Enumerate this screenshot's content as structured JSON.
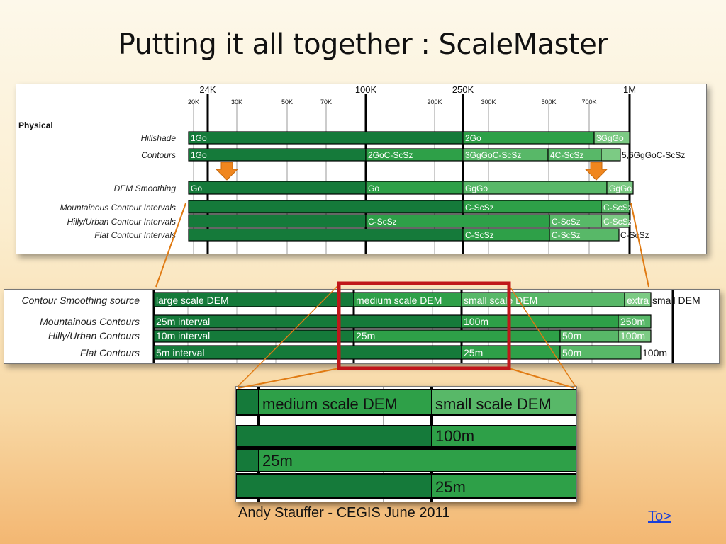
{
  "slide": {
    "title": "Putting it all together : ScaleMaster",
    "footer": "Andy Stauffer - CEGIS June 2011",
    "link_label": "To>"
  },
  "colors": {
    "dark": "#157a3a",
    "mid": "#2ea048",
    "light": "#58b868",
    "pale": "#7ccb84",
    "highlight": "#c0171b",
    "callout": "#e07a12",
    "arrow": "#f0861e"
  },
  "top_panel": {
    "major_ticks": [
      "24K",
      "100K",
      "250K",
      "1M"
    ],
    "minor_ticks": [
      "20K",
      "30K",
      "50K",
      "70K",
      "200K",
      "300K",
      "500K",
      "700K"
    ],
    "section_label": "Physical",
    "rows": [
      {
        "label": "Hillshade",
        "bars": [
          {
            "text": "1Go",
            "shade": "dark"
          },
          {
            "text": "2Go",
            "shade": "mid"
          },
          {
            "text": "3GgGo",
            "shade": "pale"
          }
        ]
      },
      {
        "label": "Contours",
        "bars": [
          {
            "text": "1Go",
            "shade": "dark"
          },
          {
            "text": "2GoC-ScSz",
            "shade": "mid"
          },
          {
            "text": "3GgGoC-ScSz",
            "shade": "light"
          },
          {
            "text": "4C-ScSz",
            "shade": "light"
          },
          {
            "text": "",
            "shade": "pale"
          }
        ],
        "trail": "5,6GgGoC-ScSz"
      },
      {
        "label": "DEM Smoothing",
        "bars": [
          {
            "text": "Go",
            "shade": "dark"
          },
          {
            "text": "Go",
            "shade": "mid"
          },
          {
            "text": "GgGo",
            "shade": "light"
          },
          {
            "text": "GgGo",
            "shade": "pale"
          }
        ]
      },
      {
        "label": "Mountainous Contour Intervals",
        "bars": [
          {
            "text": "",
            "shade": "dark"
          },
          {
            "text": "C-ScSz",
            "shade": "mid"
          },
          {
            "text": "C-ScSz",
            "shade": "light"
          }
        ]
      },
      {
        "label": "Hilly/Urban Contour Intervals",
        "bars": [
          {
            "text": "",
            "shade": "dark"
          },
          {
            "text": "C-ScSz",
            "shade": "mid"
          },
          {
            "text": "C-ScSz",
            "shade": "light"
          },
          {
            "text": "C-ScSz",
            "shade": "pale"
          }
        ]
      },
      {
        "label": "Flat Contour Intervals",
        "bars": [
          {
            "text": "",
            "shade": "dark"
          },
          {
            "text": "C-ScSz",
            "shade": "mid"
          },
          {
            "text": "C-ScSz",
            "shade": "light"
          }
        ],
        "trail": "C-ScSz"
      }
    ]
  },
  "middle_panel": {
    "rows": [
      {
        "label": "Contour Smoothing source",
        "bars": [
          {
            "text": "large scale DEM",
            "shade": "dark"
          },
          {
            "text": "medium scale DEM",
            "shade": "mid"
          },
          {
            "text": "small scale DEM",
            "shade": "light"
          },
          {
            "text": "extra",
            "shade": "pale"
          }
        ],
        "trail": "small DEM"
      },
      {
        "label": "Mountainous Contours",
        "bars": [
          {
            "text": "25m interval",
            "shade": "dark"
          },
          {
            "text": "100m",
            "shade": "mid"
          },
          {
            "text": "250m",
            "shade": "light"
          }
        ]
      },
      {
        "label": "Hilly/Urban Contours",
        "bars": [
          {
            "text": "10m interval",
            "shade": "dark"
          },
          {
            "text": "25m",
            "shade": "mid"
          },
          {
            "text": "50m",
            "shade": "light"
          },
          {
            "text": "100m",
            "shade": "pale"
          }
        ]
      },
      {
        "label": "Flat Contours",
        "bars": [
          {
            "text": "5m interval",
            "shade": "dark"
          },
          {
            "text": "25m",
            "shade": "mid"
          },
          {
            "text": "50m",
            "shade": "light"
          }
        ],
        "trail": "100m"
      }
    ]
  },
  "zoom_panel": {
    "rows": [
      {
        "bars": [
          {
            "text": "",
            "shade": "dark"
          },
          {
            "text": "medium scale DEM",
            "shade": "mid"
          },
          {
            "text": "small scale DEM",
            "shade": "light"
          }
        ]
      },
      {
        "bars": [
          {
            "text": "",
            "shade": "dark"
          },
          {
            "text": "100m",
            "shade": "mid"
          }
        ]
      },
      {
        "bars": [
          {
            "text": "",
            "shade": "dark"
          },
          {
            "text": "25m",
            "shade": "mid"
          }
        ]
      },
      {
        "bars": [
          {
            "text": "",
            "shade": "dark"
          },
          {
            "text": "25m",
            "shade": "mid"
          }
        ]
      }
    ]
  }
}
